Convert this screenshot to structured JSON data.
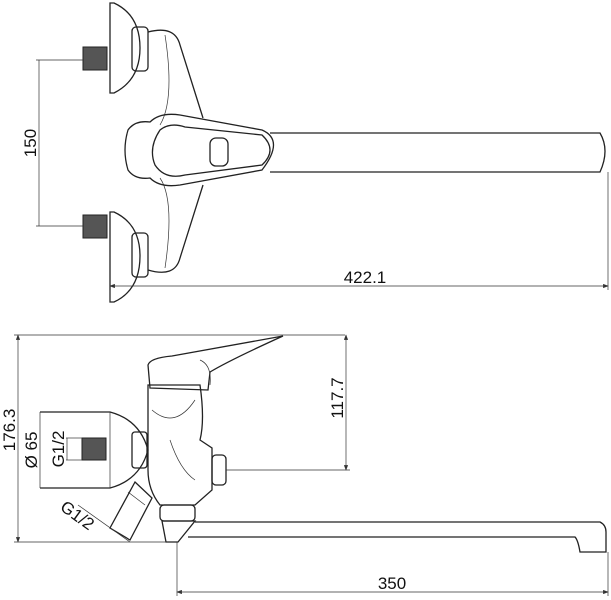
{
  "top_view": {
    "dimension_height": "150",
    "dimension_length": "422.1"
  },
  "side_view": {
    "dimension_total_height": "176.3",
    "dimension_spout_height": "117.7",
    "dimension_flange_diameter": "Ø 65",
    "dimension_inlet_thread": "G1/2",
    "dimension_outlet_thread": "G1/2",
    "dimension_spout_reach": "350"
  }
}
